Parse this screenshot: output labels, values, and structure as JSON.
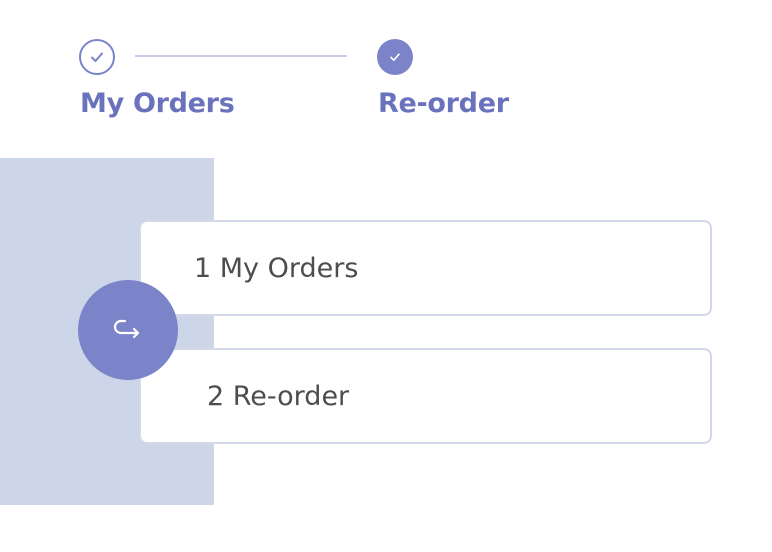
{
  "stepper": {
    "steps": [
      {
        "label": "My Orders",
        "icon": "check-circle-outline-icon",
        "state": "completed"
      },
      {
        "label": "Re-order",
        "icon": "check-circle-filled-icon",
        "state": "active"
      }
    ]
  },
  "list": {
    "icon": "return-arrow-icon",
    "items": [
      {
        "text": "1 My Orders"
      },
      {
        "text": "2 Re-order"
      }
    ]
  },
  "colors": {
    "accent": "#7b84c8",
    "label": "#6a72bd",
    "panel": "#cdd6e8",
    "card_border": "#d2d9e9",
    "text": "#4d4d4d"
  }
}
